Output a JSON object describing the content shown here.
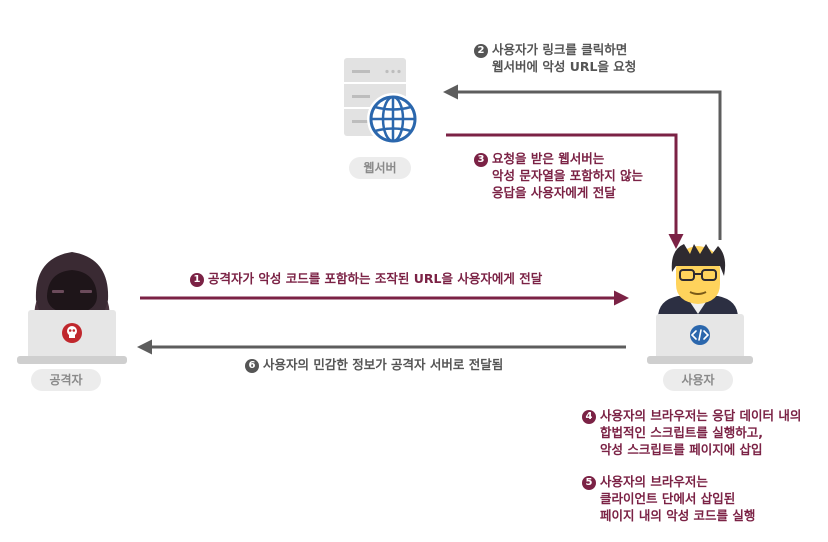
{
  "colors": {
    "maroon": "#7b2245",
    "gray": "#5d5d5d",
    "server": "#e0e0e0",
    "globe": "#2b67ad",
    "attacker": "#3a2a33",
    "user_skin": "#ffd35c",
    "user_hair": "#2e2a30"
  },
  "labels": {
    "server": "웹서버",
    "attacker": "공격자",
    "user": "사용자"
  },
  "icons": {
    "server": "web-server-globe-icon",
    "attacker": "hooded-hacker-laptop-icon",
    "user": "user-with-laptop-icon",
    "skull": "skull-icon",
    "code": "code-brackets-icon"
  },
  "steps": [
    {
      "number": "1",
      "lines": [
        "공격자가 악성 코드를  포함하는 조작된 URL을 사용자에게 전달"
      ]
    },
    {
      "number": "2",
      "lines": [
        "사용자가 링크를 클릭하면",
        "웹서버에 악성 URL을 요청"
      ]
    },
    {
      "number": "3",
      "lines": [
        "요청을 받은 웹서버는",
        "악성 문자열을 포함하지 않는",
        "응답을 사용자에게 전달"
      ]
    },
    {
      "number": "4",
      "lines": [
        "사용자의 브라우저는 응답 데이터 내의",
        "합법적인 스크립트를 실행하고,",
        "악성 스크립트를 페이지에 삽입"
      ]
    },
    {
      "number": "5",
      "lines": [
        "사용자의 브라우저는",
        "클라이언트 단에서 삽입된",
        "페이지 내의 악성 코드를 실행"
      ]
    },
    {
      "number": "6",
      "lines": [
        "사용자의 민감한 정보가 공격자 서버로 전달됨"
      ]
    }
  ]
}
